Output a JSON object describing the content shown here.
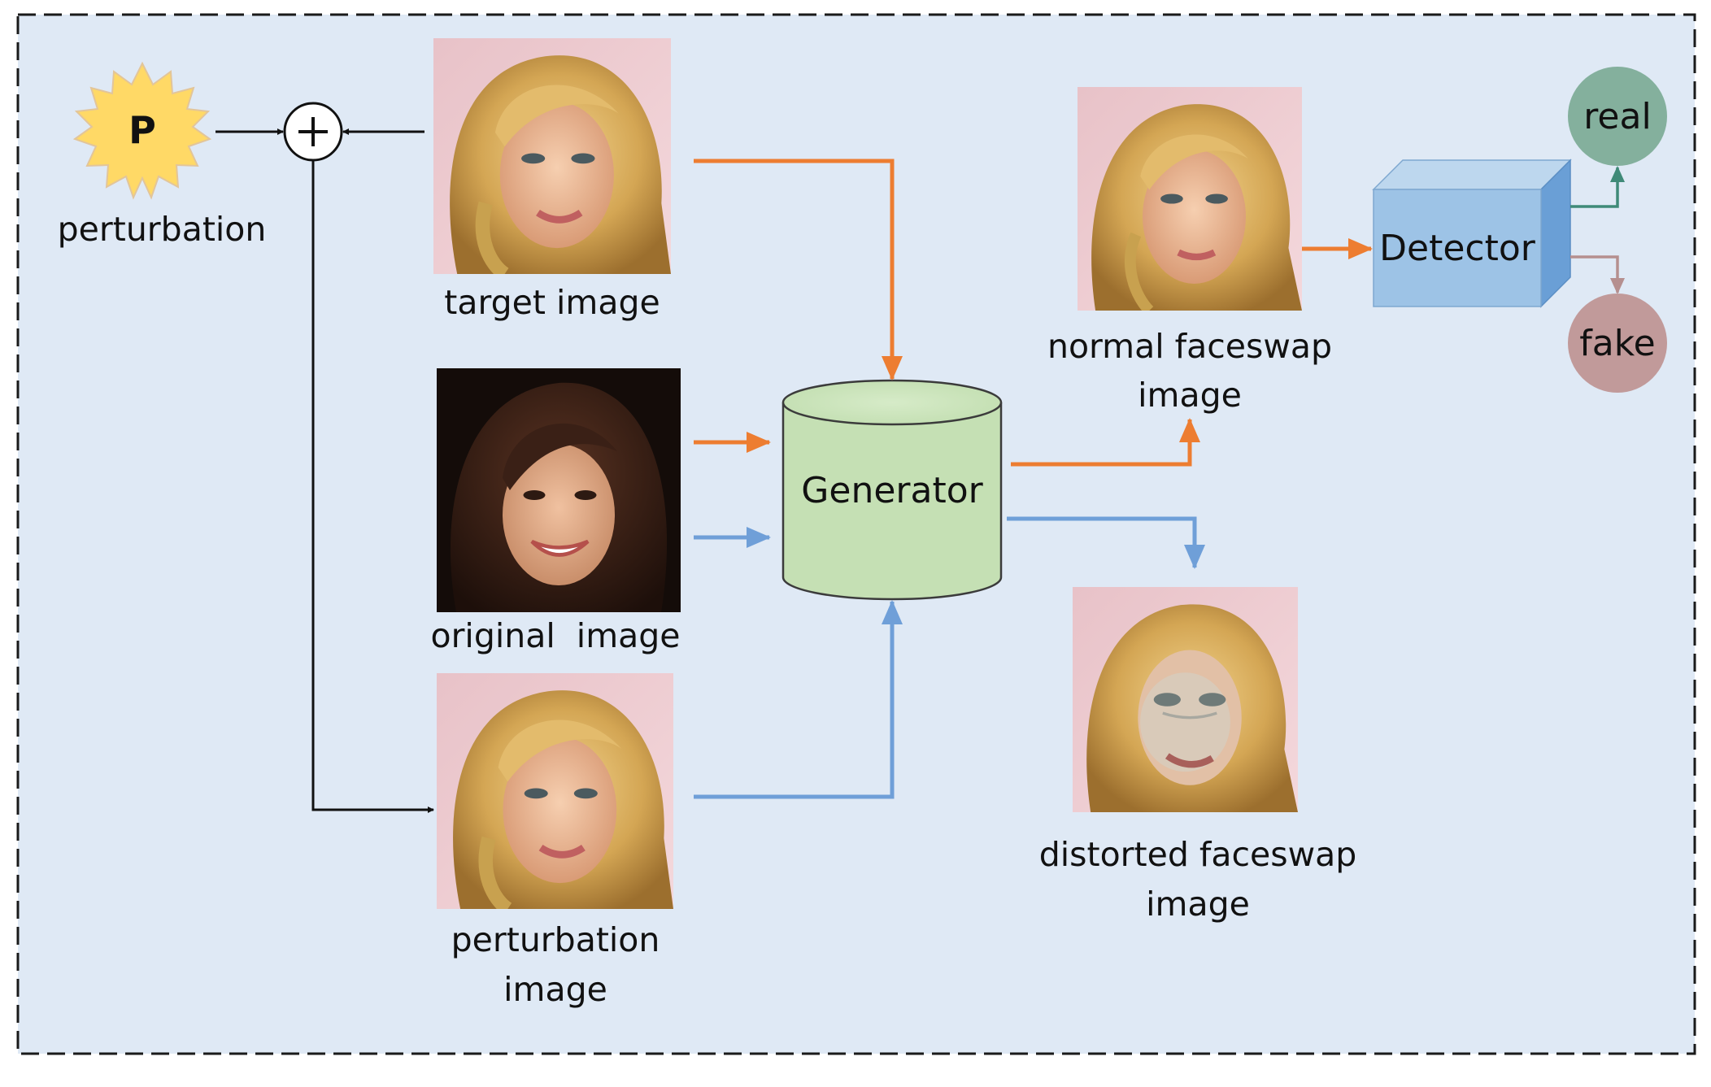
{
  "diagram": {
    "perturbation": {
      "symbol": "P",
      "label": "perturbation"
    },
    "target_image": {
      "label": "target image"
    },
    "original_image": {
      "label": "original  image"
    },
    "perturbation_image": {
      "line1": "perturbation",
      "line2": "image"
    },
    "generator": {
      "label": "Generator"
    },
    "normal_faceswap": {
      "line1": "normal faceswap",
      "line2": "image"
    },
    "distorted_faceswap": {
      "line1": "distorted faceswap",
      "line2": "image"
    },
    "detector": {
      "label": "Detector"
    },
    "outputs": {
      "real": "real",
      "fake": "fake"
    }
  },
  "colors": {
    "background": "#dfe9f5",
    "orange_flow": "#ed7d31",
    "blue_flow": "#6f9fd8",
    "generator_fill": "#c5e0b4",
    "detector_fill": "#9dc3e6",
    "real_fill": "#84b09d",
    "fake_fill": "#c19a9a",
    "perturbation_fill": "#ffd966"
  },
  "icons": {
    "add": "plus-circle-icon",
    "perturbation": "starburst-icon"
  }
}
